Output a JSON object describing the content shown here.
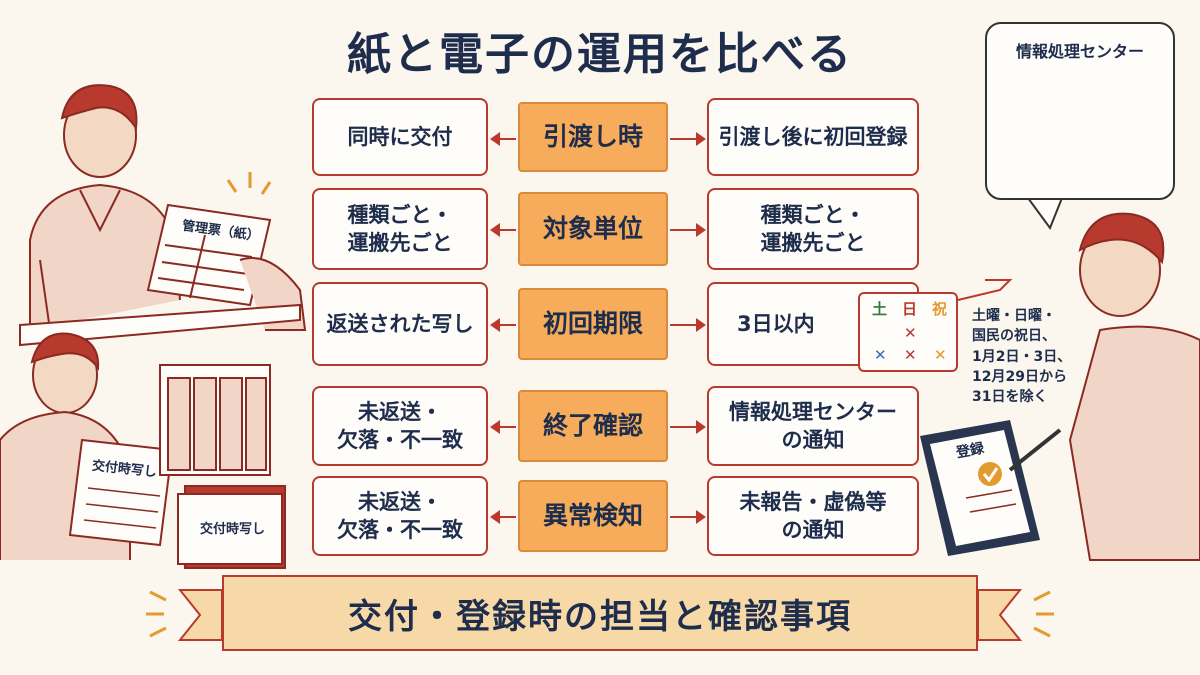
{
  "title": "紙と電子の運用を比べる",
  "rows": [
    {
      "left": "同時に交付",
      "center": "引渡し時",
      "right": "引渡し後に初回登録"
    },
    {
      "left": "種類ごと・\n運搬先ごと",
      "center": "対象単位",
      "right": "種類ごと・\n運搬先ごと"
    },
    {
      "left": "返送された写し",
      "center": "初回期限",
      "right": "3日以内"
    },
    {
      "left": "未返送・\n欠落・不一致",
      "center": "終了確認",
      "right": "情報処理センター\nの通知"
    },
    {
      "left": "未返送・\n欠落・不一致",
      "center": "異常検知",
      "right": "未報告・虚偽等\nの通知"
    }
  ],
  "banner": "交付・登録時の担当と確認事項",
  "center_bubble": {
    "label": "情報処理センター"
  },
  "calendar": {
    "headers": [
      "土",
      "日",
      "祝"
    ]
  },
  "holiday_note": "土曜・日曜・\n国民の祝日、\n1月2日・3日、\n12月29日から\n31日を除く",
  "labels": {
    "manifest_paper": "管理票（紙）",
    "copy_sheet": "交付時写し",
    "copy_box": "交付時写し",
    "tablet": "登録"
  },
  "colors": {
    "accent": "#b83a2f",
    "center_fill": "#f6ac5a",
    "navy": "#1f2d4d"
  }
}
